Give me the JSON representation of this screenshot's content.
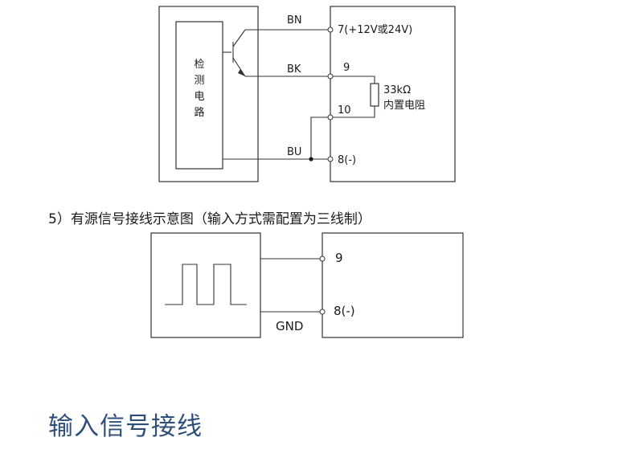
{
  "diagram1": {
    "detector_chars": [
      "检",
      "测",
      "电",
      "路"
    ],
    "wire_labels": {
      "bn": "BN",
      "bk": "BK",
      "bu": "BU"
    },
    "terminals": {
      "t7": "7(+12V或24V)",
      "t9": "9",
      "t10": "10",
      "t8": "8(-)"
    },
    "resistor": {
      "value": "33kΩ",
      "desc": "内置电阻"
    }
  },
  "section": {
    "caption": "5）有源信号接线示意图（输入方式需配置为三线制）"
  },
  "diagram2": {
    "terminals": {
      "t9": "9",
      "t8": "8(-)"
    },
    "gnd_label": "GND"
  },
  "heading": "输入信号接线"
}
